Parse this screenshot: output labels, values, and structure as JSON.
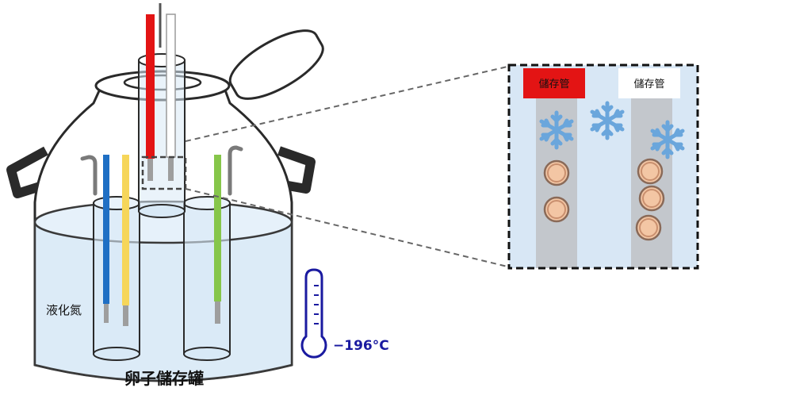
{
  "labels": {
    "liquid": "液化氮",
    "tank": "卵子儲存罐",
    "temperature": "−196°C",
    "tube_red": "儲存管",
    "tube_white": "儲存管"
  },
  "colors": {
    "tank_outline": "#2a2a2a",
    "liquid_fill": "#dcebf7",
    "liquid_outline": "#3a3a3a",
    "red_tube": "#e31414",
    "white_tube": "#ffffff",
    "blue_rod": "#1f6fc4",
    "yellow_rod": "#f6d65a",
    "green_rod": "#86c64a",
    "gray_tip": "#9e9e9e",
    "snowflake": "#6aa6dc",
    "egg_outer": "#c98f6e",
    "egg_inner": "#f3c6a4",
    "thermometer": "#1a1aa0",
    "temperature_text": "#1a1aa0",
    "zoom_bg": "#d8e7f5",
    "zoom_strip": "#c3c7cc",
    "dash": "#666666"
  },
  "icons": {
    "snowflake": "snowflake-icon",
    "thermometer": "thermometer-icon",
    "egg": "egg-cell-icon"
  }
}
